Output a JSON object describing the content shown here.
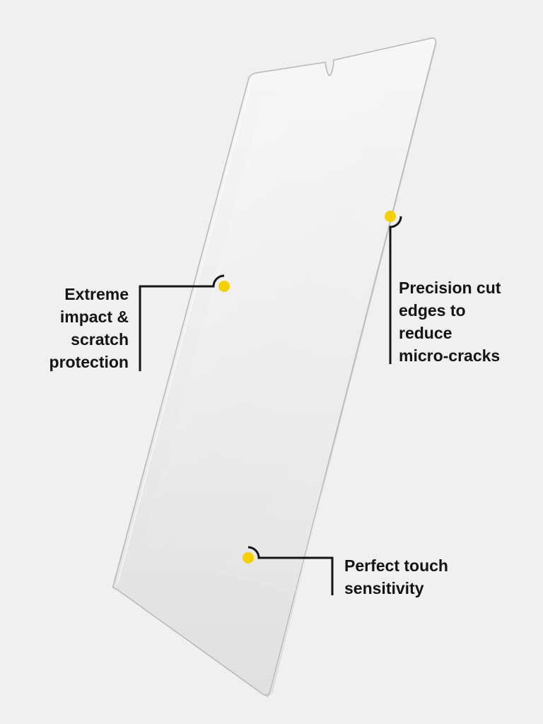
{
  "colors": {
    "background": "#f0f0f0",
    "accent_dot": "#f5d000",
    "callout_line": "#141414",
    "glass_edge": "#b9b9b9"
  },
  "callouts": {
    "left": {
      "lines": [
        "Extreme",
        "impact &",
        "scratch",
        "protection"
      ]
    },
    "right": {
      "lines": [
        "Precision cut",
        "edges to",
        "reduce",
        "micro-cracks"
      ]
    },
    "bottom": {
      "lines": [
        "Perfect touch",
        "sensitivity"
      ]
    }
  }
}
